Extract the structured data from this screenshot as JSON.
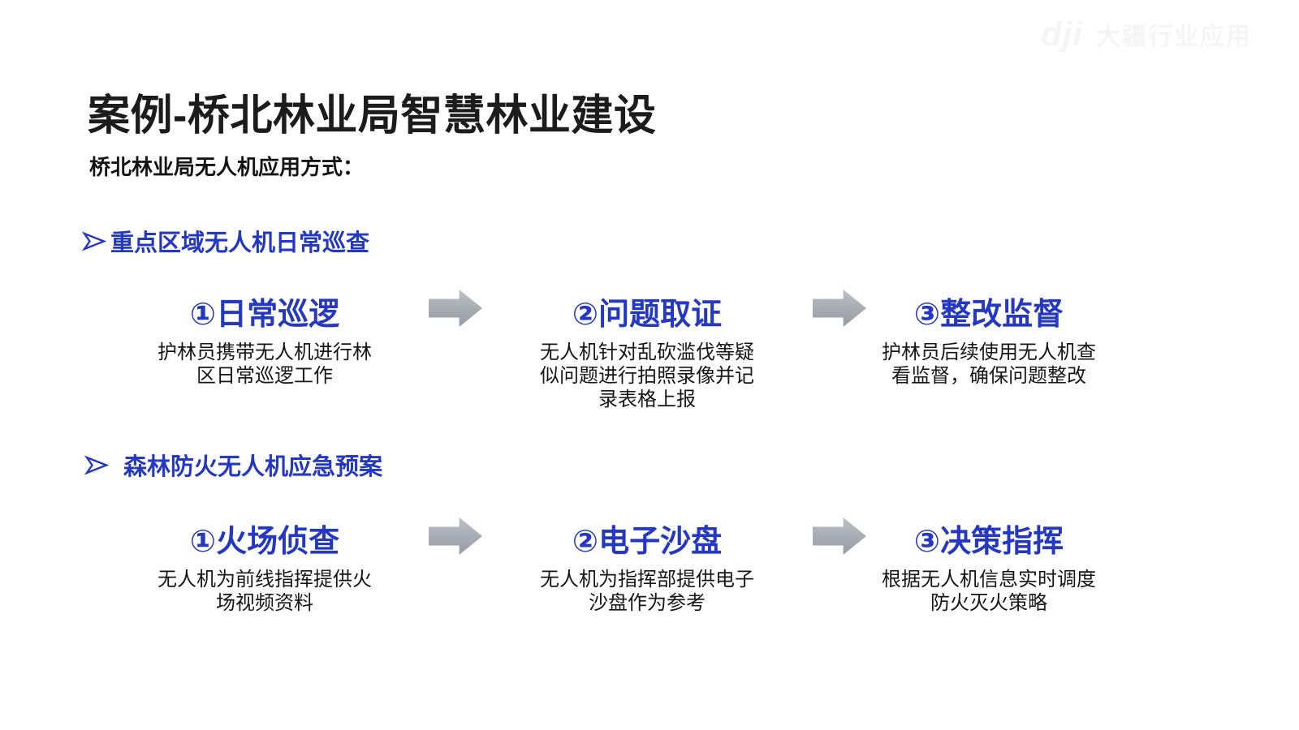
{
  "slide": {
    "title": "案例-桥北林业局智慧林业建设",
    "subtitle": "桥北林业局无人机应用方式：",
    "watermark": {
      "logo": "dji",
      "text": "大疆行业应用"
    },
    "accent_color": "#2438c2",
    "arrow_color": "#a6abb3",
    "sections": [
      {
        "header": "重点区域无人机日常巡查",
        "steps": [
          {
            "title": "①日常巡逻",
            "desc": "护林员携带无人机进行林\n区日常巡逻工作"
          },
          {
            "title": "②问题取证",
            "desc": "无人机针对乱砍滥伐等疑\n似问题进行拍照录像并记\n录表格上报"
          },
          {
            "title": "③整改监督",
            "desc": "护林员后续使用无人机查\n看监督，确保问题整改"
          }
        ]
      },
      {
        "header": "森林防火无人机应急预案",
        "steps": [
          {
            "title": "①火场侦查",
            "desc": "无人机为前线指挥提供火\n场视频资料"
          },
          {
            "title": "②电子沙盘",
            "desc": "无人机为指挥部提供电子\n沙盘作为参考"
          },
          {
            "title": "③决策指挥",
            "desc": "根据无人机信息实时调度\n防火灭火策略"
          }
        ]
      }
    ]
  }
}
